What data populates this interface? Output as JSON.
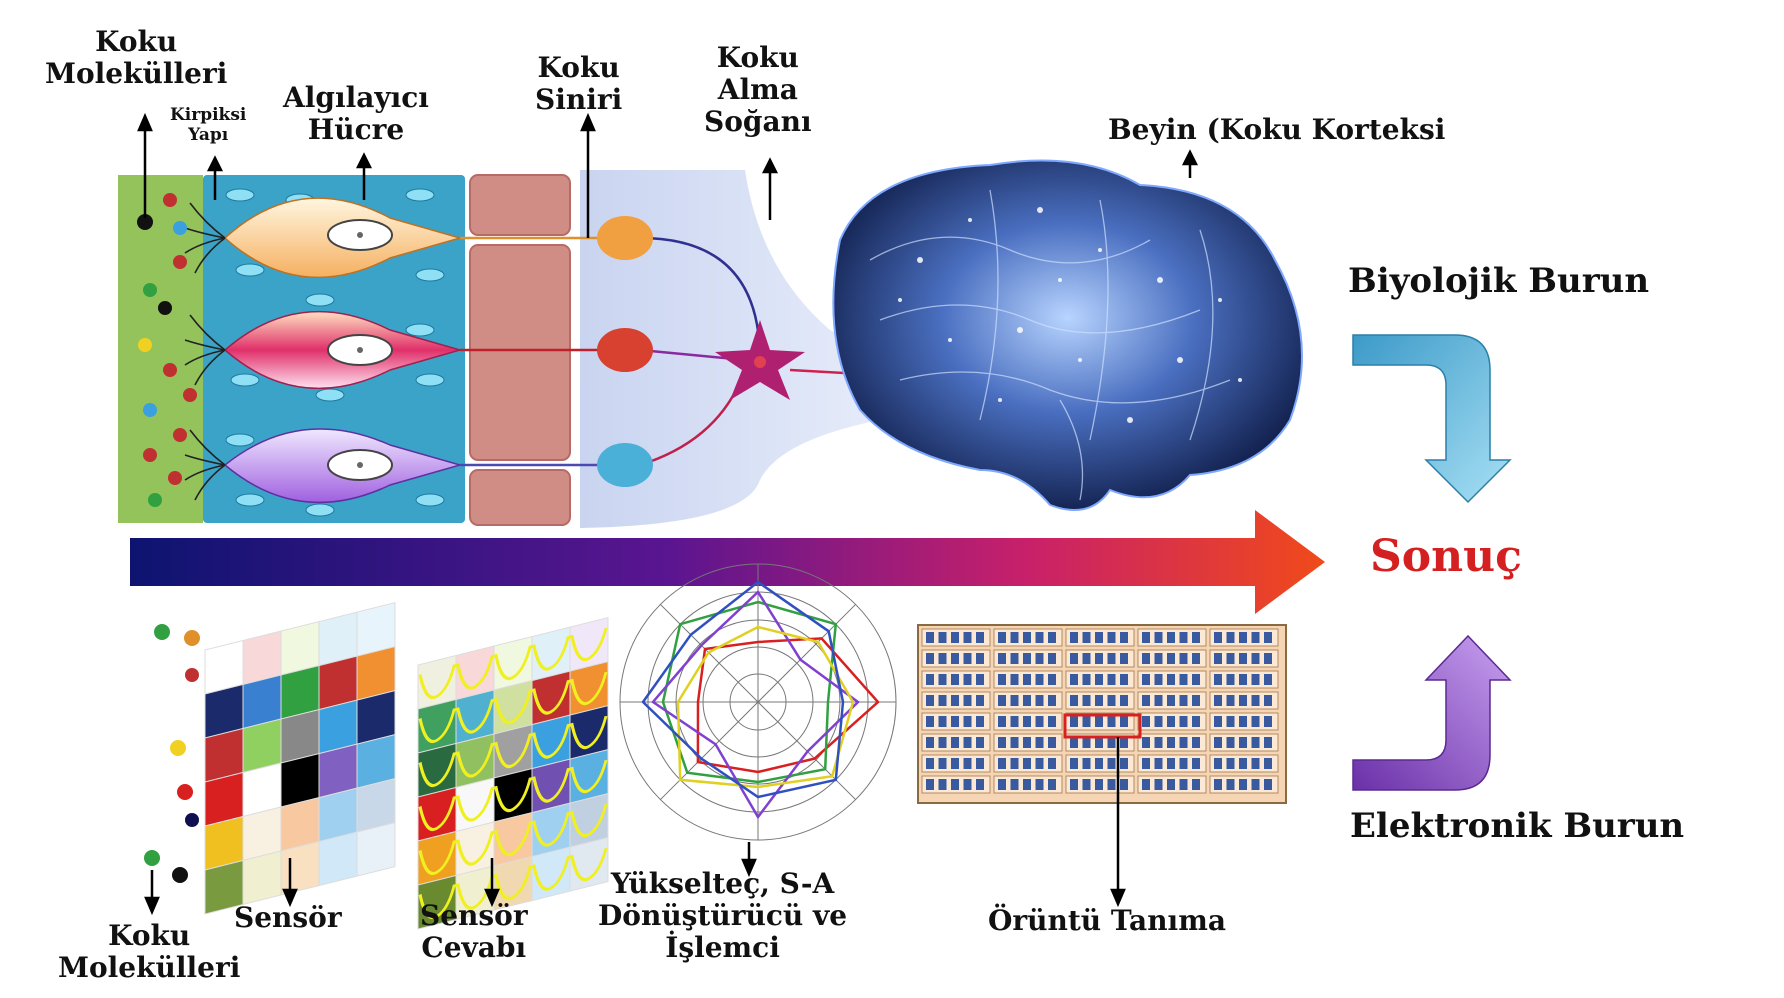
{
  "labels": {
    "koku_molekulleri_top": [
      "Koku",
      "Molekülleri"
    ],
    "kirpiksi_yapi": [
      "Kirpiksi",
      "Yapı"
    ],
    "algilayici_hucre": [
      "Algılayıcı",
      "Hücre"
    ],
    "koku_siniri": [
      "Koku",
      "Siniri"
    ],
    "koku_alma_sogani": [
      "Koku",
      "Alma",
      "Soğanı"
    ],
    "beyin": "Beyin (Koku Korteksi",
    "biyolojik_burun": "Biyolojik Burun",
    "sonuc": "Sonuç",
    "elektronik_burun": "Elektronik Burun",
    "koku_molekulleri_bottom": [
      "Koku",
      "Molekülleri"
    ],
    "sensor": "Sensör",
    "sensor_cevabi": [
      "Sensör",
      "Cevabı"
    ],
    "yukseltec": [
      "Yükselteç, S-A",
      "Dönüştürücü ve",
      "İşlemci"
    ],
    "oruntu_tanima": "Örüntü Tanıma"
  },
  "colors": {
    "result": "#d42020",
    "biological_arrow": "#4fb3d9",
    "electronic_arrow": "#8a4fc0",
    "flow_start": "#0d1470",
    "flow_end": "#f04a1a"
  },
  "icons": [
    "up-arrow-icon",
    "down-arrow-icon",
    "flow-arrow-icon",
    "brain-icon",
    "radar-chart-icon"
  ]
}
